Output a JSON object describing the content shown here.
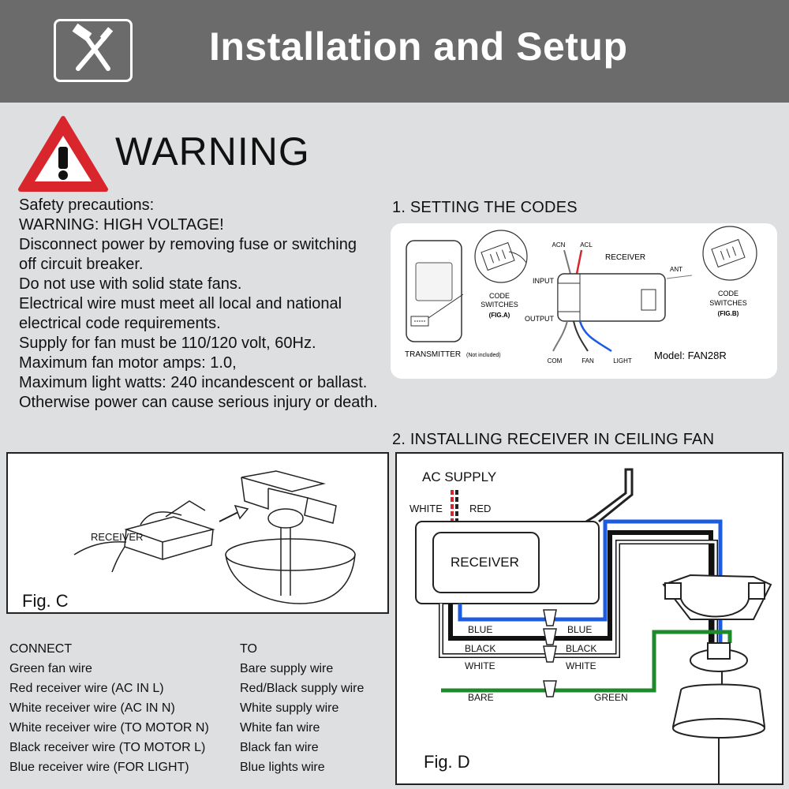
{
  "header": {
    "title": "Installation and Setup",
    "icon": "hammer-screwdriver-icon"
  },
  "warning": {
    "heading": "WARNING",
    "icon": "warning-triangle-icon",
    "lines": [
      "Safety precautions:",
      "WARNING: HIGH VOLTAGE!",
      "Disconnect power by removing fuse or switching",
      "off circuit breaker.",
      "Do not use with solid state fans.",
      "Electrical wire must meet all local and national",
      "electrical code requirements.",
      "Supply for fan must be 110/120 volt, 60Hz.",
      "Maximum fan motor amps: 1.0,",
      "Maximum light watts: 240 incandescent or ballast.",
      "Otherwise power can cause serious injury or death."
    ]
  },
  "section1": {
    "title": "1. SETTING THE CODES",
    "transmitter": "TRANSMITTER",
    "not_included": "(Not included)",
    "code_switches": "CODE",
    "code_switches2": "SWITCHES",
    "fig_a": "(FIG.A)",
    "fig_b": "(FIG.B)",
    "acn": "ACN",
    "acl": "ACL",
    "receiver": "RECEIVER",
    "ant": "ANT",
    "input": "INPUT",
    "output": "OUTPUT",
    "com": "COM",
    "fan": "FAN",
    "light": "LIGHT",
    "model": "Model: FAN28R"
  },
  "section2": {
    "title": "2. INSTALLING RECEIVER IN CEILING FAN"
  },
  "fig_c": {
    "label": "Fig. C",
    "receiver": "RECEIVER"
  },
  "fig_d": {
    "label": "Fig. D",
    "ac_supply": "AC SUPPLY",
    "white": "WHITE",
    "red": "RED",
    "receiver": "RECEIVER",
    "blue_l": "BLUE",
    "blue_r": "BLUE",
    "black_l": "BLACK",
    "black_r": "BLACK",
    "white_l": "WHITE",
    "white_r": "WHITE",
    "bare": "BARE",
    "green": "GREEN"
  },
  "connect": {
    "header_left": "CONNECT",
    "header_right": "TO",
    "rows": [
      {
        "from": "Green fan wire",
        "to": "Bare supply wire"
      },
      {
        "from": "Red receiver wire (AC IN L)",
        "to": "Red/Black supply wire"
      },
      {
        "from": "White receiver wire (AC IN N)",
        "to": "White supply wire"
      },
      {
        "from": "White receiver wire (TO MOTOR N)",
        "to": "White fan wire"
      },
      {
        "from": "Black receiver wire (TO MOTOR L)",
        "to": "Black fan wire"
      },
      {
        "from": "Blue receiver wire (FOR LIGHT)",
        "to": "Blue lights wire"
      }
    ]
  },
  "colors": {
    "header_bg": "#6b6b6b",
    "warning_red": "#d9262c",
    "wire_blue": "#1d5ce0",
    "wire_green": "#1f8a2b",
    "wire_red": "#d9262c"
  }
}
